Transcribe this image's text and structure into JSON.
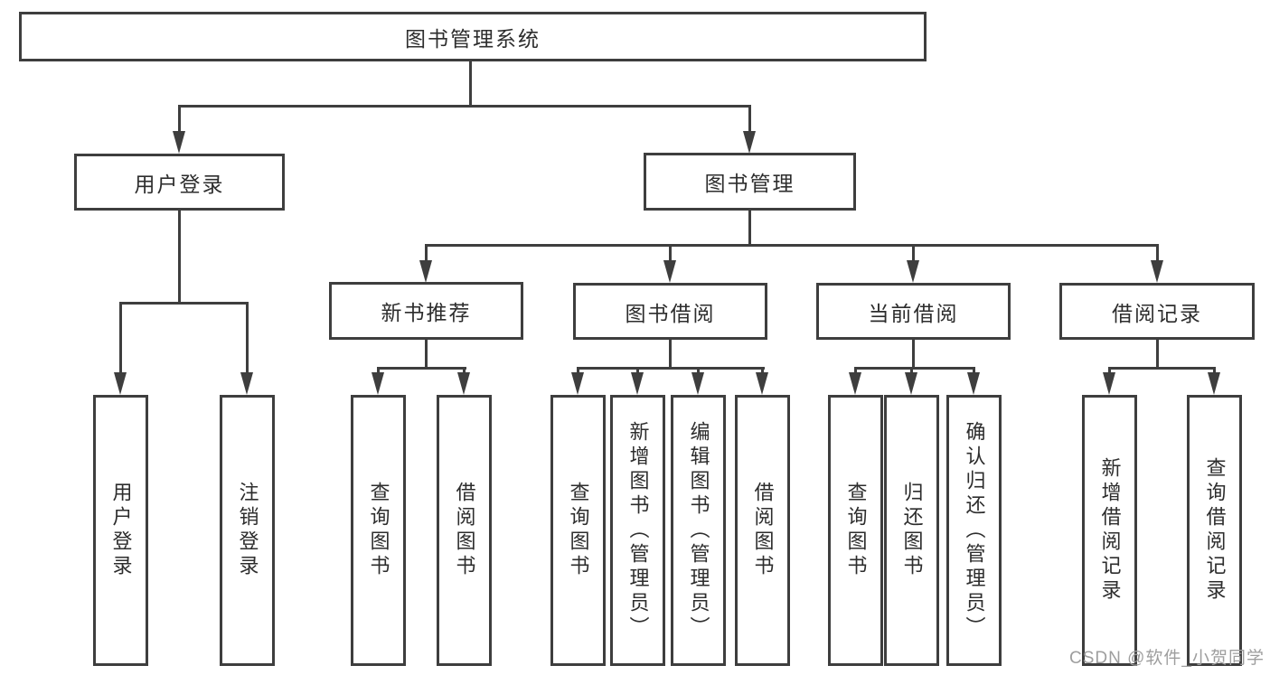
{
  "colors": {
    "line": "#3e3e3e",
    "text": "#2d2d2d",
    "bg": "#ffffff",
    "watermark": "#9e9e9e"
  },
  "tree": {
    "root": "图书管理系统",
    "children": [
      {
        "label": "用户登录",
        "children": [
          "用户登录",
          "注销登录"
        ]
      },
      {
        "label": "图书管理",
        "children": [
          {
            "label": "新书推荐",
            "children": [
              "查询图书",
              "借阅图书"
            ]
          },
          {
            "label": "图书借阅",
            "children": [
              "查询图书",
              "新增图书（管理员）",
              "编辑图书（管理员）",
              "借阅图书"
            ]
          },
          {
            "label": "当前借阅",
            "children": [
              "查询图书",
              "归还图书",
              "确认归还（管理员）"
            ]
          },
          {
            "label": "借阅记录",
            "children": [
              "新增借阅记录",
              "查询借阅记录"
            ]
          }
        ]
      }
    ]
  },
  "watermark": {
    "text": "CSDN @软件_小贺同学"
  }
}
